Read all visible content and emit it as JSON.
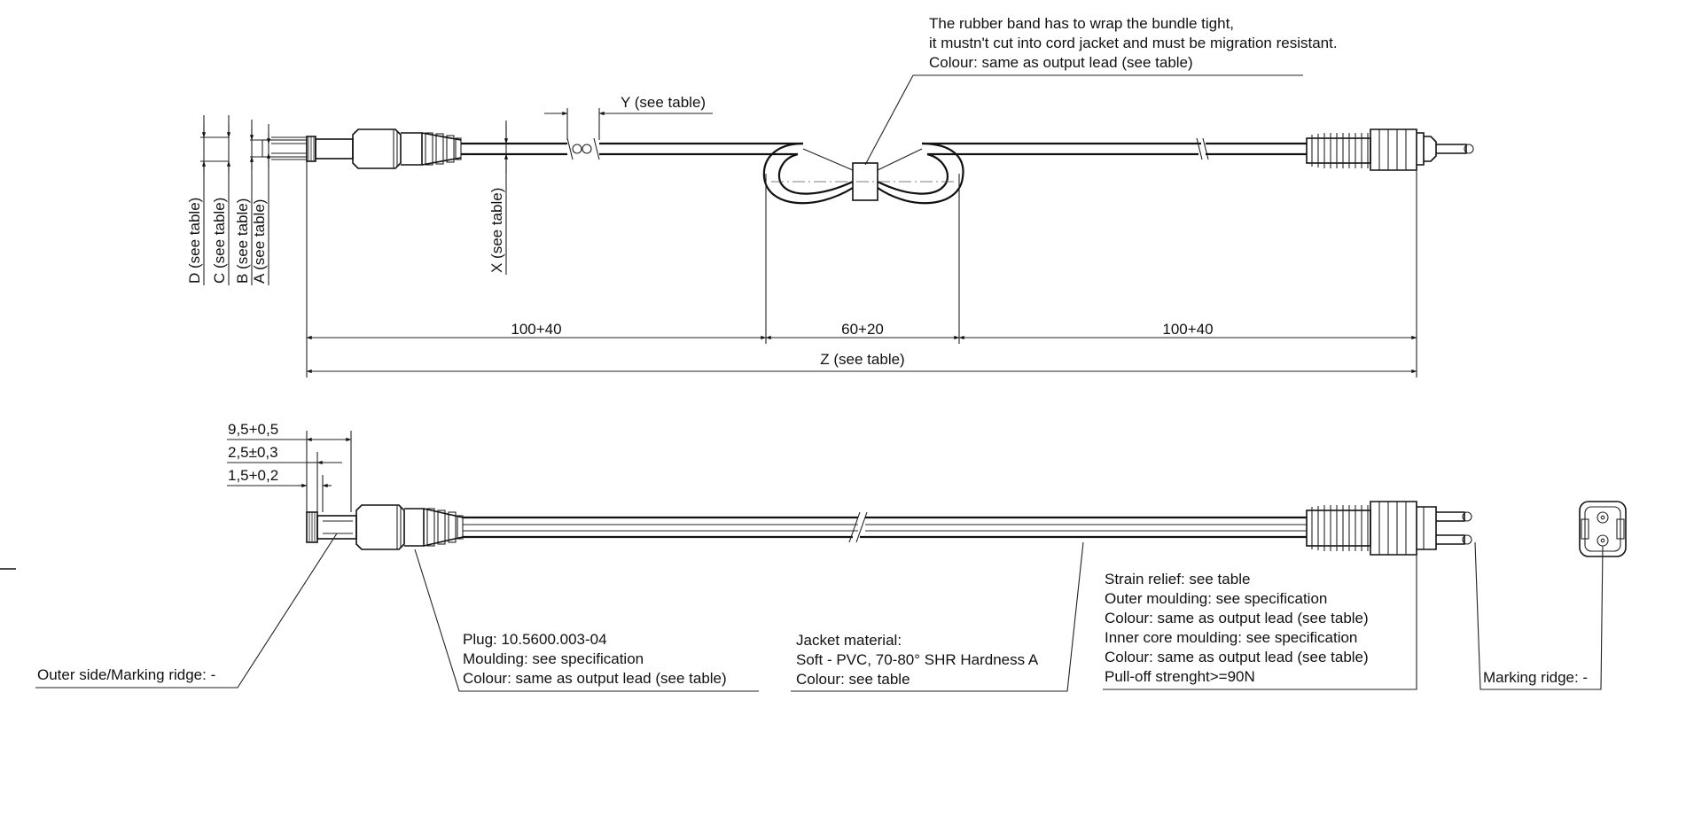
{
  "band_note": {
    "line1": "The rubber band has to wrap the bundle tight,",
    "line2": "it mustn't cut into cord jacket and must be migration resistant.",
    "line3": "Colour: same as output lead (see table)"
  },
  "dims_top": {
    "y_label": "Y (see table)",
    "x_label": "X (see table)",
    "d_label": "D (see table)",
    "c_label": "C (see table)",
    "b_label": "B (see table)",
    "a_label": "A (see table)",
    "left_len": "100+40",
    "mid_len": "60+20",
    "right_len": "100+40",
    "total_len": "Z (see table)"
  },
  "dims_bottom": {
    "d1": "9,5+0,5",
    "d2": "2,5±0,3",
    "d3": "1,5+0,2"
  },
  "notes_bottom": {
    "outer_side": "Outer side/Marking ridge: -",
    "plug": {
      "line1": "Plug: 10.5600.003-04",
      "line2": "Moulding: see specification",
      "line3": "Colour: same as output lead (see table)"
    },
    "jacket": {
      "line1": "Jacket material:",
      "line2": "Soft - PVC, 70-80° SHR Hardness A",
      "line3": "Colour: see table"
    },
    "strain": {
      "line1": "Strain relief: see table",
      "line2": "Outer moulding: see specification",
      "line3": "Colour: same as output lead (see table)",
      "line4": "Inner core moulding: see specification",
      "line5": "Colour: same as output lead (see table)",
      "line6": "Pull-off strenght>=90N"
    },
    "marking": "Marking ridge: -"
  }
}
